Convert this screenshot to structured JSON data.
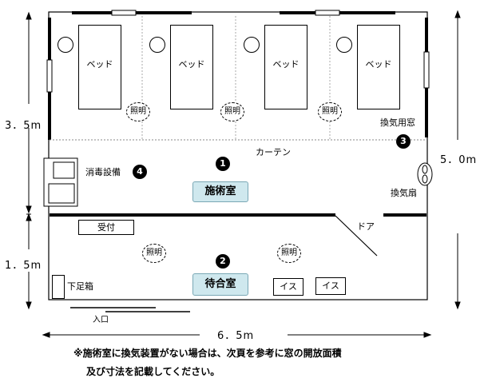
{
  "rooms": {
    "treatment": {
      "label": "施術室",
      "number": "1"
    },
    "waiting": {
      "label": "待合室",
      "number": "2"
    }
  },
  "beds": [
    "ベッド",
    "ベッド",
    "ベッド",
    "ベッド"
  ],
  "lamps": [
    "照明",
    "照明",
    "照明",
    "照明",
    "照明"
  ],
  "labels": {
    "curtain": "カーテン",
    "vent_window": "換気用窓",
    "vent_window_number": "3",
    "disinfection": "消毒設備",
    "disinfection_number": "4",
    "fan": "換気扇",
    "door": "ドア",
    "reception": "受付",
    "shoe_box": "下足箱",
    "entrance": "入口",
    "chair_1": "イス",
    "chair_2": "イス"
  },
  "dimensions": {
    "treatment_height": "3．5m",
    "waiting_height": "1．5m",
    "total_height": "5．0m",
    "total_width": "6．5m"
  },
  "notes": {
    "line1": "※施術室に換気装置がない場合は、次頁を参考に窓の開放面積",
    "line2": "及び寸法を記載してください。"
  }
}
